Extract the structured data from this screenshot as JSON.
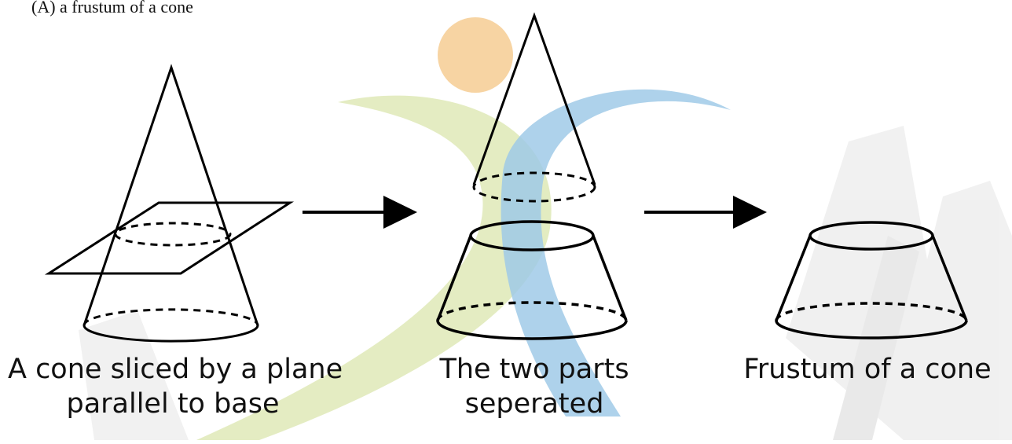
{
  "header": {
    "text": "(A) a frustum of a cone"
  },
  "captions": {
    "step1_line1": "A cone sliced by a plane",
    "step1_line2": "parallel to base",
    "step2_line1": "The two parts",
    "step2_line2": "seperated",
    "step3": "Frustum of a cone"
  },
  "colors": {
    "stroke": "#000000",
    "watermark_orange": "#f6cd94",
    "watermark_blue": "#8fc1e3",
    "watermark_green": "#dfe9b7",
    "watermark_gray": "#e8e8e8"
  },
  "icons": [
    "arrow-right-icon",
    "arrow-right-icon"
  ]
}
